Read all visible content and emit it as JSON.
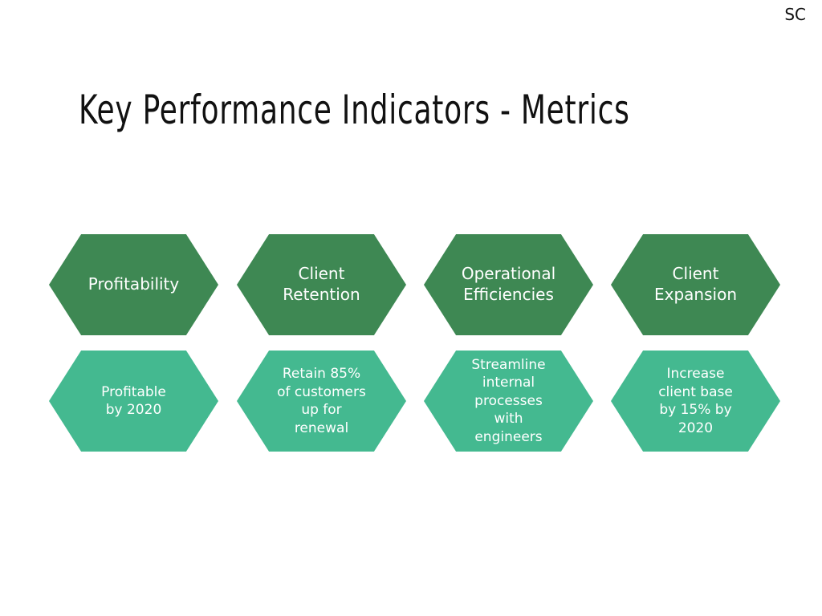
{
  "header": {
    "initials": "SC"
  },
  "slide": {
    "title": "Key Performance Indicators - Metrics"
  },
  "categories": [
    {
      "label": "Profitability"
    },
    {
      "label": "Client\nRetention"
    },
    {
      "label": "Operational\nEfficiencies"
    },
    {
      "label": "Client\nExpansion"
    }
  ],
  "metrics": [
    {
      "label": "Profitable\nby 2020"
    },
    {
      "label": "Retain 85%\nof customers\nup for\nrenewal"
    },
    {
      "label": "Streamline\ninternal\nprocesses\nwith\nengineers"
    },
    {
      "label": "Increase\nclient base\nby 15% by\n2020"
    }
  ],
  "colors": {
    "category_fill": "#3e8853",
    "metric_fill": "#44b990",
    "text_on_fill": "#ffffff"
  }
}
